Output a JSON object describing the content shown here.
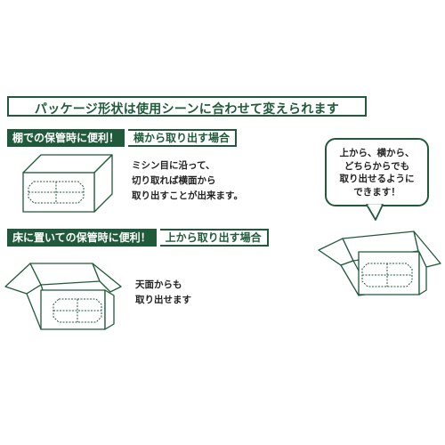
{
  "headline": "パッケージ形状は使用シーンに合わせて変えられます",
  "section_shelf": {
    "tag": "棚での保管時に便利！",
    "method": "横から取り出す場合",
    "description": "ミシン目に沿って、\n切り取れば横面から\n取り出すことが出来ます。"
  },
  "section_floor": {
    "tag": "床に置いての保管時に便利！",
    "method": "上から取り出す場合",
    "description": "天面からも\n取り出せます"
  },
  "speech_bubble": "上から、横から、\nどちらからでも\n取り出せるように\nできます！",
  "colors": {
    "accent": "#1f5a3a",
    "text": "#222222"
  }
}
